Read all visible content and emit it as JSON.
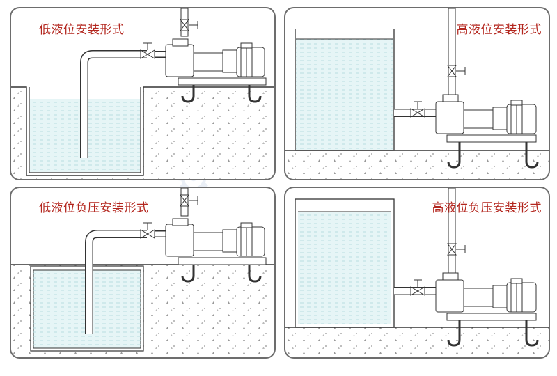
{
  "panels": [
    {
      "title": "低液位安装形式"
    },
    {
      "title": "高液位安装形式"
    },
    {
      "title": "低液位负压安装形式"
    },
    {
      "title": "高液位负压安装形式"
    }
  ],
  "colors": {
    "border": "#6d6d6d",
    "title": "#b3261e",
    "water": "#e6f5f6",
    "waterline": "#b8dde0",
    "ground": "#f6f6f6",
    "line": "#333333"
  },
  "icons": [
    "pump-motor-icon",
    "valve-icon",
    "pipe-icon"
  ]
}
